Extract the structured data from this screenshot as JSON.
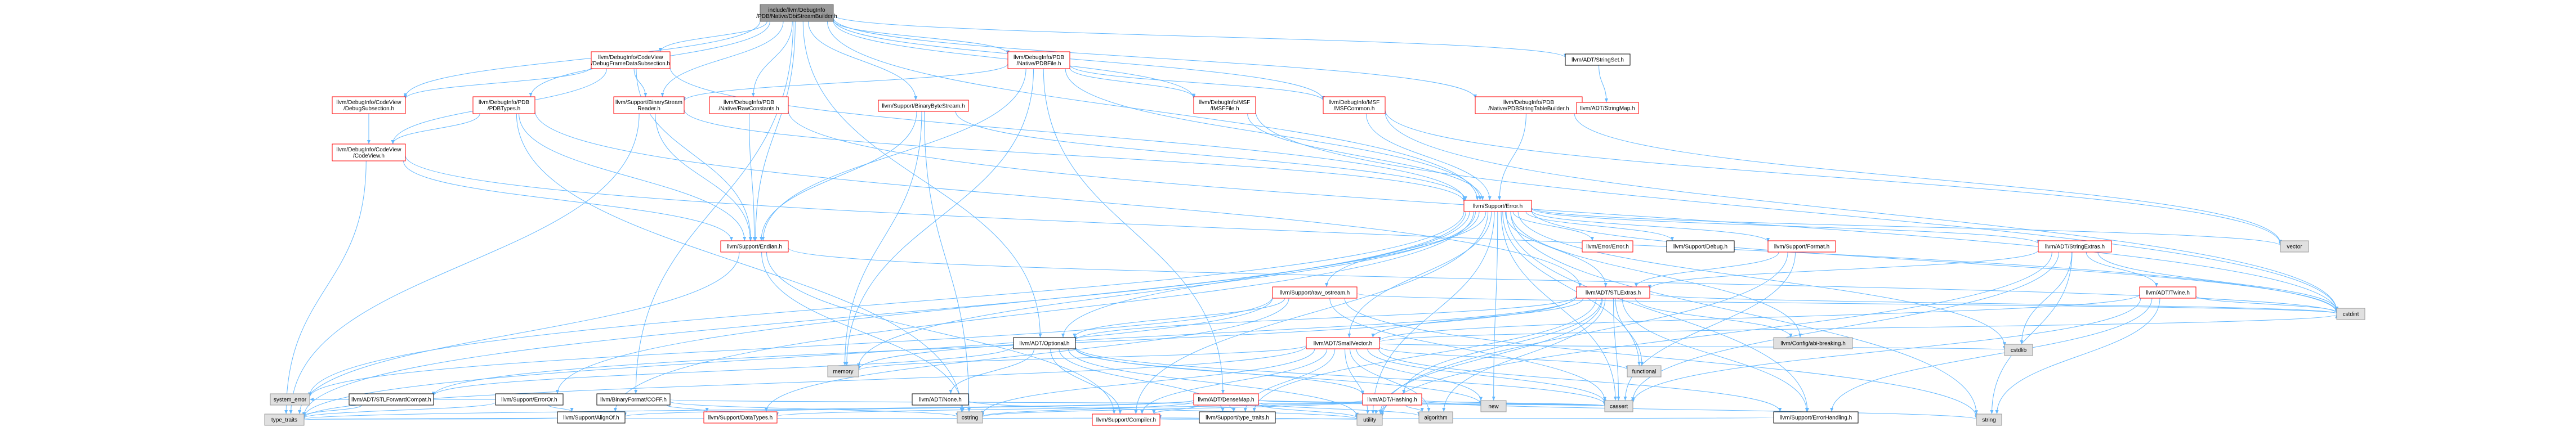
{
  "colors": {
    "root_fill": "#999999",
    "root_border": "#666666",
    "red_border": "#ff0000",
    "white_fill": "#ffffff",
    "gray_fill": "#e0e0e0",
    "gray_border": "#999999",
    "edge": "#63b8ff"
  },
  "nodes": [
    {
      "id": "root",
      "lines": [
        "include/llvm/DebugInfo",
        "/PDB/Native/DbiStreamBuilder.h"
      ],
      "style": "root"
    },
    {
      "id": "dfds",
      "lines": [
        "llvm/DebugInfo/CodeView",
        "/DebugFrameDataSubsection.h"
      ],
      "style": "red"
    },
    {
      "id": "pdbfile",
      "lines": [
        "llvm/DebugInfo/PDB",
        "/Native/PDBFile.h"
      ],
      "style": "red"
    },
    {
      "id": "stringset",
      "lines": [
        "llvm/ADT/StringSet.h"
      ],
      "style": "black"
    },
    {
      "id": "cvdebugsub",
      "lines": [
        "llvm/DebugInfo/CodeView",
        "/DebugSubsection.h"
      ],
      "style": "red"
    },
    {
      "id": "pdbtypes",
      "lines": [
        "llvm/DebugInfo/PDB",
        "/PDBTypes.h"
      ],
      "style": "red"
    },
    {
      "id": "bsr",
      "lines": [
        "llvm/Support/BinaryStream",
        "Reader.h"
      ],
      "style": "red"
    },
    {
      "id": "rawconst",
      "lines": [
        "llvm/DebugInfo/PDB",
        "/Native/RawConstants.h"
      ],
      "style": "red"
    },
    {
      "id": "bbs",
      "lines": [
        "llvm/Support/BinaryByteStream.h"
      ],
      "style": "red"
    },
    {
      "id": "imsffile",
      "lines": [
        "llvm/DebugInfo/MSF",
        "/IMSFFile.h"
      ],
      "style": "red"
    },
    {
      "id": "msfcommon",
      "lines": [
        "llvm/DebugInfo/MSF",
        "/MSFCommon.h"
      ],
      "style": "red"
    },
    {
      "id": "pdbstb",
      "lines": [
        "llvm/DebugInfo/PDB",
        "/Native/PDBStringTableBuilder.h"
      ],
      "style": "red"
    },
    {
      "id": "stringmap",
      "lines": [
        "llvm/ADT/StringMap.h"
      ],
      "style": "red"
    },
    {
      "id": "codeview",
      "lines": [
        "llvm/DebugInfo/CodeView",
        "/CodeView.h"
      ],
      "style": "red"
    },
    {
      "id": "error",
      "lines": [
        "llvm/Support/Error.h"
      ],
      "style": "red"
    },
    {
      "id": "endian",
      "lines": [
        "llvm/Support/Endian.h"
      ],
      "style": "red"
    },
    {
      "id": "vector",
      "lines": [
        "vector"
      ],
      "style": "gray"
    },
    {
      "id": "errorc",
      "lines": [
        "llvm/Error/Error.h"
      ],
      "style": "red"
    },
    {
      "id": "sdebug",
      "lines": [
        "llvm/Support/Debug.h"
      ],
      "style": "black"
    },
    {
      "id": "format",
      "lines": [
        "llvm/Support/Format.h"
      ],
      "style": "red"
    },
    {
      "id": "strextras",
      "lines": [
        "llvm/ADT/StringExtras.h"
      ],
      "style": "red"
    },
    {
      "id": "twine",
      "lines": [
        "llvm/ADT/Twine.h"
      ],
      "style": "red"
    },
    {
      "id": "cstdint",
      "lines": [
        "cstdint"
      ],
      "style": "gray"
    },
    {
      "id": "rawostream",
      "lines": [
        "llvm/Support/raw_ostream.h"
      ],
      "style": "red"
    },
    {
      "id": "stlextras",
      "lines": [
        "llvm/ADT/STLExtras.h"
      ],
      "style": "red"
    },
    {
      "id": "configbreak",
      "lines": [
        "llvm/Config/abi-breaking.h"
      ],
      "style": "gray"
    },
    {
      "id": "optional",
      "lines": [
        "llvm/ADT/Optional.h"
      ],
      "style": "black"
    },
    {
      "id": "smallvec",
      "lines": [
        "llvm/ADT/SmallVector.h"
      ],
      "style": "red"
    },
    {
      "id": "cstdlib",
      "lines": [
        "cstdlib"
      ],
      "style": "gray"
    },
    {
      "id": "functional",
      "lines": [
        "functional"
      ],
      "style": "gray"
    },
    {
      "id": "memory",
      "lines": [
        "memory"
      ],
      "style": "gray"
    },
    {
      "id": "stlfwd",
      "lines": [
        "llvm/ADT/STLForwardCompat.h"
      ],
      "style": "black"
    },
    {
      "id": "erroror",
      "lines": [
        "llvm/Support/ErrorOr.h"
      ],
      "style": "black"
    },
    {
      "id": "coff",
      "lines": [
        "llvm/BinaryFormat/COFF.h"
      ],
      "style": "black"
    },
    {
      "id": "adtnone",
      "lines": [
        "llvm/ADT/None.h"
      ],
      "style": "black"
    },
    {
      "id": "densemap",
      "lines": [
        "llvm/ADT/DenseMap.h"
      ],
      "style": "red"
    },
    {
      "id": "hashing",
      "lines": [
        "llvm/ADT/Hashing.h"
      ],
      "style": "red"
    },
    {
      "id": "new",
      "lines": [
        "new"
      ],
      "style": "gray"
    },
    {
      "id": "cassert",
      "lines": [
        "cassert"
      ],
      "style": "gray"
    },
    {
      "id": "cstring",
      "lines": [
        "cstring"
      ],
      "style": "gray"
    },
    {
      "id": "algorithm",
      "lines": [
        "algorithm"
      ],
      "style": "gray"
    },
    {
      "id": "errhandling",
      "lines": [
        "llvm/Support/ErrorHandling.h"
      ],
      "style": "black"
    },
    {
      "id": "systemerror",
      "lines": [
        "system_error"
      ],
      "style": "gray"
    },
    {
      "id": "alignof",
      "lines": [
        "llvm/Support/AlignOf.h"
      ],
      "style": "black"
    },
    {
      "id": "datatypes",
      "lines": [
        "llvm/Support/DataTypes.h"
      ],
      "style": "red"
    },
    {
      "id": "typetraitsh",
      "lines": [
        "llvm/Support/type_traits.h"
      ],
      "style": "black"
    },
    {
      "id": "typetraits",
      "lines": [
        "type_traits"
      ],
      "style": "gray"
    },
    {
      "id": "compiler",
      "lines": [
        "llvm/Support/Compiler.h"
      ],
      "style": "red"
    },
    {
      "id": "utility",
      "lines": [
        "utility"
      ],
      "style": "gray"
    },
    {
      "id": "string",
      "lines": [
        "string"
      ],
      "style": "gray"
    }
  ],
  "edges": [
    [
      "root",
      "dfds"
    ],
    [
      "root",
      "pdbfile"
    ],
    [
      "root",
      "stringset"
    ],
    [
      "root",
      "pdbtypes"
    ],
    [
      "root",
      "rawconst"
    ],
    [
      "root",
      "bbs"
    ],
    [
      "root",
      "pdbstb"
    ],
    [
      "root",
      "error"
    ],
    [
      "root",
      "endian"
    ],
    [
      "root",
      "bsr"
    ],
    [
      "root",
      "coff"
    ],
    [
      "root",
      "optional"
    ],
    [
      "root",
      "cvdebugsub"
    ],
    [
      "root",
      "imsffile"
    ],
    [
      "root",
      "msfcommon"
    ],
    [
      "dfds",
      "cvdebugsub"
    ],
    [
      "dfds",
      "codeview"
    ],
    [
      "dfds",
      "bsr"
    ],
    [
      "dfds",
      "endian"
    ],
    [
      "dfds",
      "error"
    ],
    [
      "pdbfile",
      "imsffile"
    ],
    [
      "pdbfile",
      "msfcommon"
    ],
    [
      "pdbfile",
      "bsr"
    ],
    [
      "pdbfile",
      "densemap"
    ],
    [
      "pdbfile",
      "endian"
    ],
    [
      "pdbfile",
      "error"
    ],
    [
      "pdbfile",
      "memory"
    ],
    [
      "stringset",
      "stringmap"
    ],
    [
      "cvdebugsub",
      "codeview"
    ],
    [
      "pdbtypes",
      "codeview"
    ],
    [
      "pdbtypes",
      "cstring"
    ],
    [
      "pdbtypes",
      "endian"
    ],
    [
      "pdbtypes",
      "stlextras"
    ],
    [
      "bsr",
      "endian"
    ],
    [
      "bsr",
      "error"
    ],
    [
      "bsr",
      "typetraits"
    ],
    [
      "rawconst",
      "endian"
    ],
    [
      "rawconst",
      "cstdint"
    ],
    [
      "bbs",
      "error"
    ],
    [
      "bbs",
      "memory"
    ],
    [
      "bbs",
      "cstring"
    ],
    [
      "bbs",
      "endian"
    ],
    [
      "imsffile",
      "error"
    ],
    [
      "imsffile",
      "cstdint"
    ],
    [
      "msfcommon",
      "error"
    ],
    [
      "msfcommon",
      "vector"
    ],
    [
      "msfcommon",
      "cstdint"
    ],
    [
      "pdbstb",
      "error"
    ],
    [
      "pdbstb",
      "vector"
    ],
    [
      "codeview",
      "endian"
    ],
    [
      "codeview",
      "typetraits"
    ],
    [
      "codeview",
      "cstdint"
    ],
    [
      "error",
      "errorc"
    ],
    [
      "error",
      "sdebug"
    ],
    [
      "error",
      "format"
    ],
    [
      "error",
      "strextras"
    ],
    [
      "error",
      "rawostream"
    ],
    [
      "error",
      "stlextras"
    ],
    [
      "error",
      "configbreak"
    ],
    [
      "error",
      "smallvec"
    ],
    [
      "error",
      "cstdint"
    ],
    [
      "error",
      "cstdlib"
    ],
    [
      "error",
      "functional"
    ],
    [
      "error",
      "memory"
    ],
    [
      "error",
      "new"
    ],
    [
      "error",
      "cassert"
    ],
    [
      "error",
      "vector"
    ],
    [
      "error",
      "errhandling"
    ],
    [
      "error",
      "string"
    ],
    [
      "error",
      "utility"
    ],
    [
      "error",
      "systemerror"
    ],
    [
      "error",
      "typetraits"
    ],
    [
      "error",
      "erroror"
    ],
    [
      "error",
      "alignof"
    ],
    [
      "error",
      "compiler"
    ],
    [
      "error",
      "optional"
    ],
    [
      "endian",
      "compiler"
    ],
    [
      "endian",
      "cstdint"
    ],
    [
      "endian",
      "typetraits"
    ],
    [
      "endian",
      "cstring"
    ],
    [
      "format",
      "stlextras"
    ],
    [
      "format",
      "cassert"
    ],
    [
      "format",
      "utility"
    ],
    [
      "strextras",
      "twine"
    ],
    [
      "strextras",
      "stlextras"
    ],
    [
      "strextras",
      "cstdint"
    ],
    [
      "strextras",
      "string"
    ],
    [
      "strextras",
      "cstdlib"
    ],
    [
      "strextras",
      "cassert"
    ],
    [
      "strextras",
      "utility"
    ],
    [
      "twine",
      "smallvec"
    ],
    [
      "twine",
      "cstdint"
    ],
    [
      "twine",
      "string"
    ],
    [
      "twine",
      "cassert"
    ],
    [
      "twine",
      "errhandling"
    ],
    [
      "rawostream",
      "optional"
    ],
    [
      "rawostream",
      "cstdint"
    ],
    [
      "rawostream",
      "string"
    ],
    [
      "rawostream",
      "cassert"
    ],
    [
      "rawostream",
      "systemerror"
    ],
    [
      "rawostream",
      "typetraits"
    ],
    [
      "rawostream",
      "datatypes"
    ],
    [
      "stlextras",
      "configbreak"
    ],
    [
      "stlextras",
      "optional"
    ],
    [
      "stlextras",
      "smallvec"
    ],
    [
      "stlextras",
      "hashing"
    ],
    [
      "stlextras",
      "stlfwd"
    ],
    [
      "stlextras",
      "cassert"
    ],
    [
      "stlextras",
      "algorithm"
    ],
    [
      "stlextras",
      "functional"
    ],
    [
      "stlextras",
      "memory"
    ],
    [
      "stlextras",
      "typetraitsh"
    ],
    [
      "stlextras",
      "cstdint"
    ],
    [
      "stlextras",
      "utility"
    ],
    [
      "stlextras",
      "errhandling"
    ],
    [
      "optional",
      "adtnone"
    ],
    [
      "optional",
      "hashing"
    ],
    [
      "optional",
      "stlfwd"
    ],
    [
      "optional",
      "typetraitsh"
    ],
    [
      "optional",
      "compiler"
    ],
    [
      "optional",
      "cassert"
    ],
    [
      "optional",
      "new"
    ],
    [
      "optional",
      "utility"
    ],
    [
      "smallvec",
      "compiler"
    ],
    [
      "smallvec",
      "typetraitsh"
    ],
    [
      "smallvec",
      "algorithm"
    ],
    [
      "smallvec",
      "cassert"
    ],
    [
      "smallvec",
      "cstring"
    ],
    [
      "smallvec",
      "functional"
    ],
    [
      "smallvec",
      "memory"
    ],
    [
      "smallvec",
      "new"
    ],
    [
      "smallvec",
      "utility"
    ],
    [
      "smallvec",
      "cstdlib"
    ],
    [
      "smallvec",
      "cstdint"
    ],
    [
      "smallvec",
      "typetraits"
    ],
    [
      "smallvec",
      "errhandling"
    ],
    [
      "erroror",
      "alignof"
    ],
    [
      "erroror",
      "systemerror"
    ],
    [
      "erroror",
      "typetraits"
    ],
    [
      "coff",
      "datatypes"
    ],
    [
      "coff",
      "cassert"
    ],
    [
      "coff",
      "cstring"
    ],
    [
      "densemap",
      "typetraitsh"
    ],
    [
      "densemap",
      "compiler"
    ],
    [
      "densemap",
      "algorithm"
    ],
    [
      "densemap",
      "cassert"
    ],
    [
      "densemap",
      "new"
    ],
    [
      "densemap",
      "utility"
    ],
    [
      "densemap",
      "typetraits"
    ],
    [
      "densemap",
      "alignof"
    ],
    [
      "densemap",
      "cstring"
    ],
    [
      "hashing",
      "datatypes"
    ],
    [
      "hashing",
      "algorithm"
    ],
    [
      "hashing",
      "cassert"
    ],
    [
      "hashing",
      "string"
    ],
    [
      "hashing",
      "utility"
    ],
    [
      "hashing",
      "cstring"
    ],
    [
      "typetraitsh",
      "typetraits"
    ],
    [
      "typetraitsh",
      "utility"
    ],
    [
      "typetraitsh",
      "compiler"
    ],
    [
      "errhandling",
      "compiler"
    ],
    [
      "alignof",
      "typetraits"
    ],
    [
      "stlfwd",
      "typetraits"
    ],
    [
      "adtnone",
      "utility"
    ]
  ]
}
